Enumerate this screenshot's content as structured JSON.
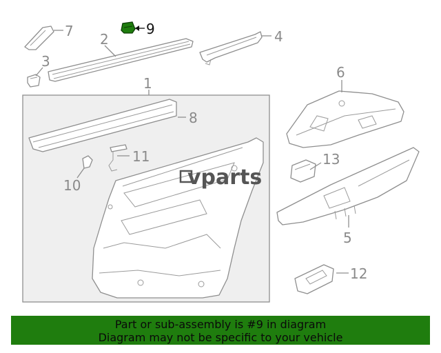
{
  "diagram": {
    "watermark": "vparts",
    "highlighted_part": "9",
    "highlight_color": "#1f7d0e",
    "callouts": [
      {
        "id": "1",
        "label": "1"
      },
      {
        "id": "2",
        "label": "2"
      },
      {
        "id": "3",
        "label": "3"
      },
      {
        "id": "4",
        "label": "4"
      },
      {
        "id": "5",
        "label": "5"
      },
      {
        "id": "6",
        "label": "6"
      },
      {
        "id": "7",
        "label": "7"
      },
      {
        "id": "8",
        "label": "8"
      },
      {
        "id": "9",
        "label": "9"
      },
      {
        "id": "10",
        "label": "10"
      },
      {
        "id": "11",
        "label": "11"
      },
      {
        "id": "12",
        "label": "12"
      },
      {
        "id": "13",
        "label": "13"
      }
    ]
  },
  "banner": {
    "line1": "Part or sub-assembly is #9 in diagram",
    "line2": "Diagram may not be specific to your vehicle",
    "color": "#1f7d0e"
  }
}
